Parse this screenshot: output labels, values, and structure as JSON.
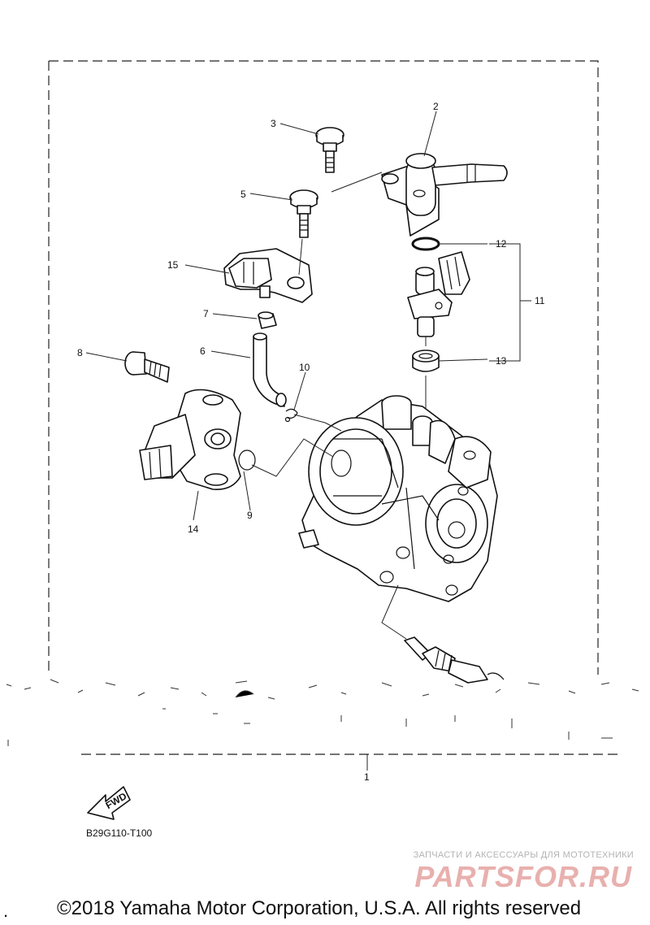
{
  "diagram": {
    "callouts": [
      "1",
      "2",
      "3",
      "5",
      "6",
      "7",
      "8",
      "9",
      "10",
      "11",
      "12",
      "13",
      "14",
      "15"
    ],
    "fwd_label": "FWD",
    "caption": "B29G110-T100"
  },
  "watermark": {
    "tagline": "ЗАПЧАСТИ И АКСЕССУАРЫ ДЛЯ МОТОТЕХНИКИ",
    "brand": "PARTSFOR.RU"
  },
  "footer": {
    "leading_mark": ".",
    "copyright": "©2018 Yamaha Motor Corporation, U.S.A. All rights reserved"
  },
  "colors": {
    "ink": "#111111",
    "watermark_brand": "#e8b0ae",
    "watermark_text": "#b3b3b3"
  }
}
